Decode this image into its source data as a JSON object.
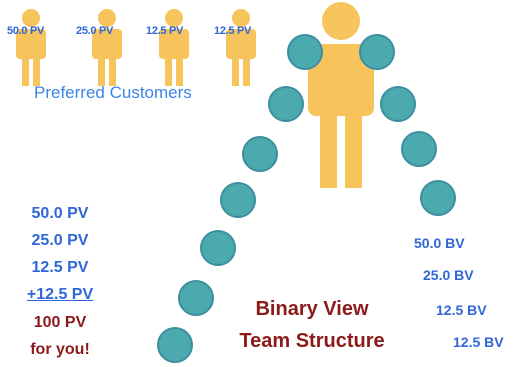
{
  "preferred_customers": {
    "pv_labels": [
      "50.0 PV",
      "25.0 PV",
      "12.5 PV",
      "12.5 PV"
    ],
    "title": "Preferred Customers"
  },
  "pv_breakdown": {
    "lines": [
      "50.0 PV",
      "25.0 PV",
      "12.5 PV",
      "+12.5 PV"
    ],
    "total": "100 PV",
    "total_caption": "for you!"
  },
  "bv_values": [
    "50.0 BV",
    "25.0 BV",
    "12.5 BV",
    "12.5 BV"
  ],
  "caption": {
    "line1": "Binary View",
    "line2": "Team Structure"
  },
  "colors": {
    "person": "#f7c45c",
    "node": "#4aaaad",
    "pv_text": "#2f66d8",
    "accent_text": "#8b1a1a"
  }
}
